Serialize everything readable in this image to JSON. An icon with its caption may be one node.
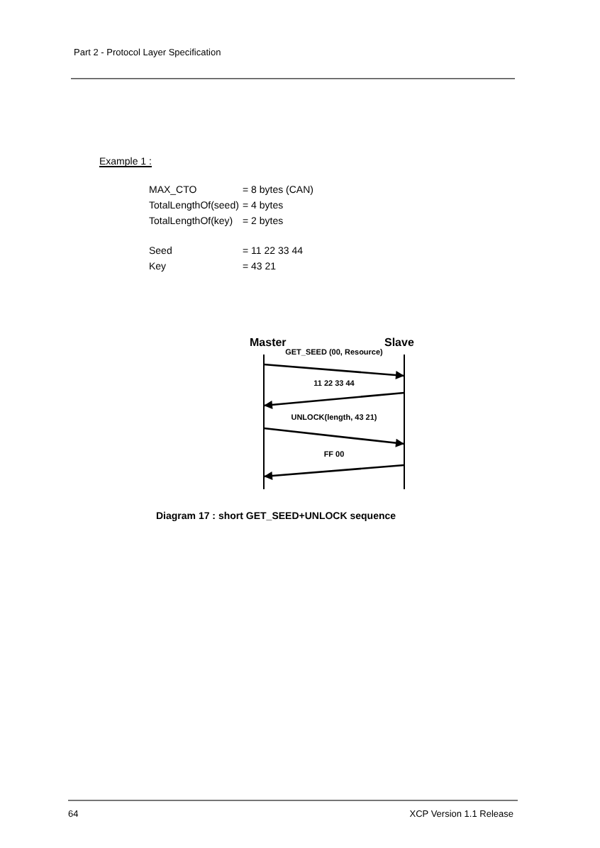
{
  "diagram": {
    "caption": "Diagram 17 : short GET_SEED+UNLOCK sequence",
    "nodes": [
      {
        "text": [
          "Master"
        ]
      },
      {
        "text": [
          "Slave"
        ]
      }
    ],
    "edges": [
      {
        "from": 0,
        "to": 1,
        "arrow": "to",
        "label": "GET_SEED (00, Resource)"
      },
      {
        "from": 1,
        "to": 0,
        "arrow": "to",
        "label": "11 22 33 44"
      },
      {
        "from": 0,
        "to": 1,
        "arrow": "to",
        "label": "UNLOCK(length, 43 21)"
      },
      {
        "from": 1,
        "to": 0,
        "arrow": "to",
        "label": "FF 00"
      }
    ],
    "labels": [
      "Part 2 - Protocol Layer Specification",
      "Example 1 :",
      "MAX_CTO",
      "= 8 bytes (CAN)",
      "TotalLengthOf(seed)",
      "= 4 bytes",
      "TotalLengthOf(key)",
      "= 2 bytes",
      "Seed",
      "= 11 22 33 44",
      "Key",
      "= 43 21",
      "64",
      "XCP Version 1.1 Release"
    ]
  }
}
